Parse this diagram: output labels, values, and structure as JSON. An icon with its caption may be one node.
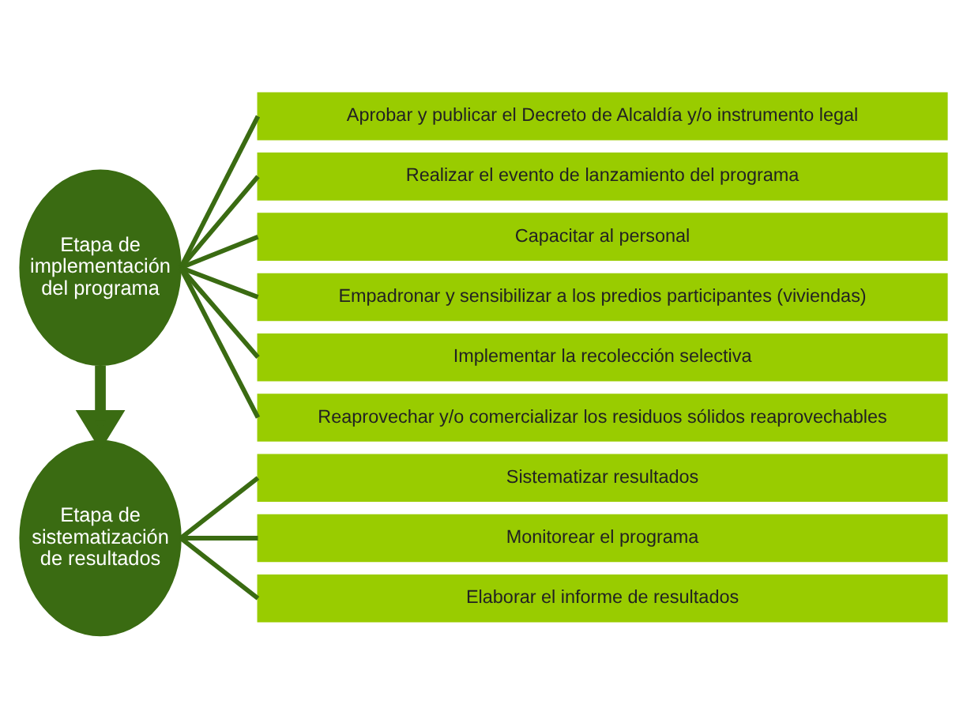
{
  "diagram": {
    "nodes": [
      {
        "text": [
          "Etapa de implementación del programa"
        ]
      },
      {
        "text": [
          "Aprobar y publicar el Decreto de Alcaldía y/o instrumento legal"
        ]
      },
      {
        "text": [
          "Realizar el evento de lanzamiento del programa"
        ]
      },
      {
        "text": [
          "Capacitar al personal"
        ]
      },
      {
        "text": [
          "Empadronar y sensibilizar a los predios participantes (viviendas)"
        ]
      },
      {
        "text": [
          "Implementar la recolección selectiva"
        ]
      },
      {
        "text": [
          "Reaprovechar y/o comercializar los residuos sólidos reaprovechables"
        ]
      },
      {
        "text": [
          "Etapa de sistematización de resultados"
        ]
      },
      {
        "text": [
          "Sistematizar resultados"
        ]
      },
      {
        "text": [
          "Monitorear el programa"
        ]
      },
      {
        "text": [
          "Elaborar el informe de resultados"
        ]
      }
    ],
    "edges": [
      {
        "from": 0,
        "to": 1,
        "arrow": "none"
      },
      {
        "from": 0,
        "to": 2,
        "arrow": "none"
      },
      {
        "from": 0,
        "to": 3,
        "arrow": "none"
      },
      {
        "from": 0,
        "to": 4,
        "arrow": "none"
      },
      {
        "from": 0,
        "to": 5,
        "arrow": "none"
      },
      {
        "from": 0,
        "to": 6,
        "arrow": "none"
      },
      {
        "from": 0,
        "to": 7,
        "arrow": "to",
        "style": "thick"
      },
      {
        "from": 7,
        "to": 8,
        "arrow": "none"
      },
      {
        "from": 7,
        "to": 9,
        "arrow": "none"
      },
      {
        "from": 7,
        "to": 10,
        "arrow": "none"
      }
    ]
  }
}
